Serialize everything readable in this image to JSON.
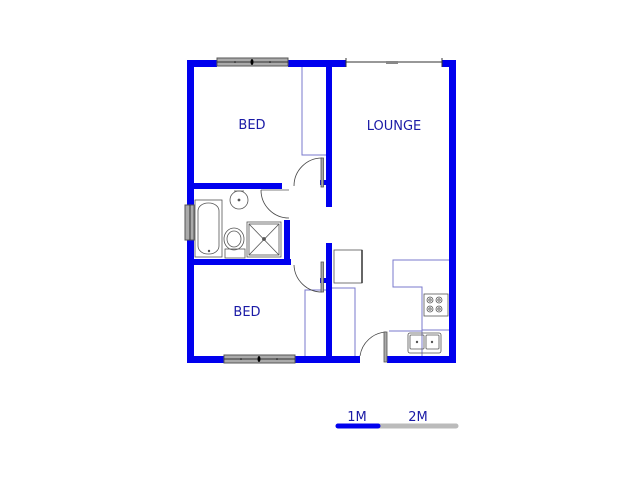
{
  "plan": {
    "wall_color": "#0000ee",
    "fixture_color": "#555555",
    "cabinet_color": "#7a7acc",
    "rooms": [
      {
        "id": "bed-1",
        "label": "BED"
      },
      {
        "id": "lounge",
        "label": "LOUNGE"
      },
      {
        "id": "bed-2",
        "label": "BED"
      }
    ]
  },
  "scale": {
    "labels": [
      "1M",
      "2M"
    ],
    "filled_color": "#0000ee",
    "empty_color": "#bbbbbb"
  }
}
